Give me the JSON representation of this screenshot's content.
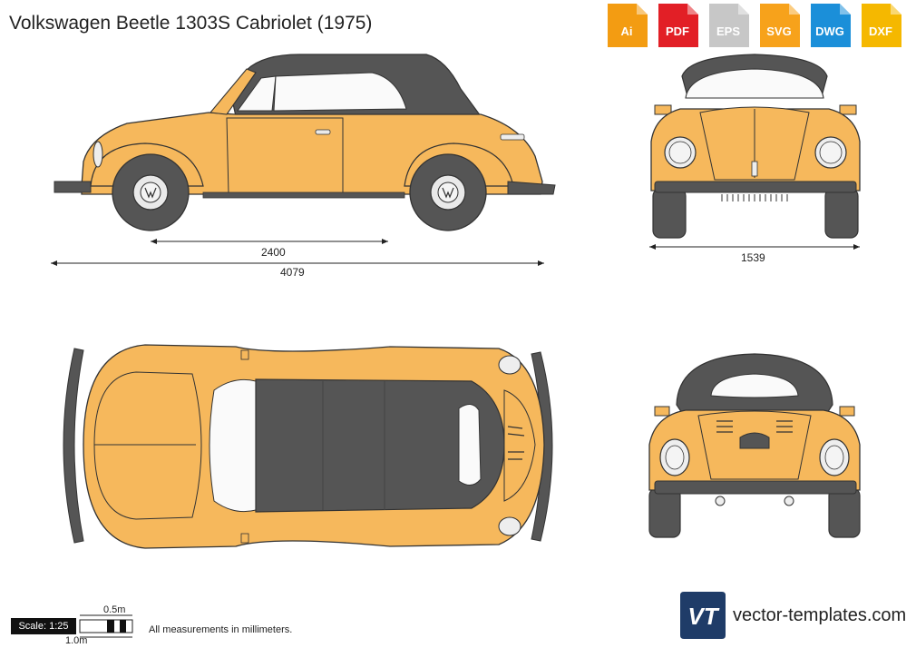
{
  "title": "Volkswagen Beetle 1303S Cabriolet (1975)",
  "formats": [
    {
      "label": "Ai",
      "color": "#f39c12"
    },
    {
      "label": "PDF",
      "color": "#e21f26"
    },
    {
      "label": "EPS",
      "color": "#c7c7c7"
    },
    {
      "label": "SVG",
      "color": "#f7a21b"
    },
    {
      "label": "DWG",
      "color": "#1b8fd9"
    },
    {
      "label": "DXF",
      "color": "#f5b800"
    }
  ],
  "dimensions": {
    "wheelbase": "2400",
    "length": "4079",
    "width": "1539"
  },
  "scale": {
    "label": "Scale: 1:25",
    "half_meter": "0.5m",
    "meter": "1.0m"
  },
  "note": "All measurements in millimeters.",
  "brand": {
    "name": "vector-templates.com",
    "logo_letters": "VT"
  },
  "colors": {
    "body": "#f6b85c",
    "roof": "#555555",
    "tire": "#555555",
    "outline": "#333333"
  }
}
